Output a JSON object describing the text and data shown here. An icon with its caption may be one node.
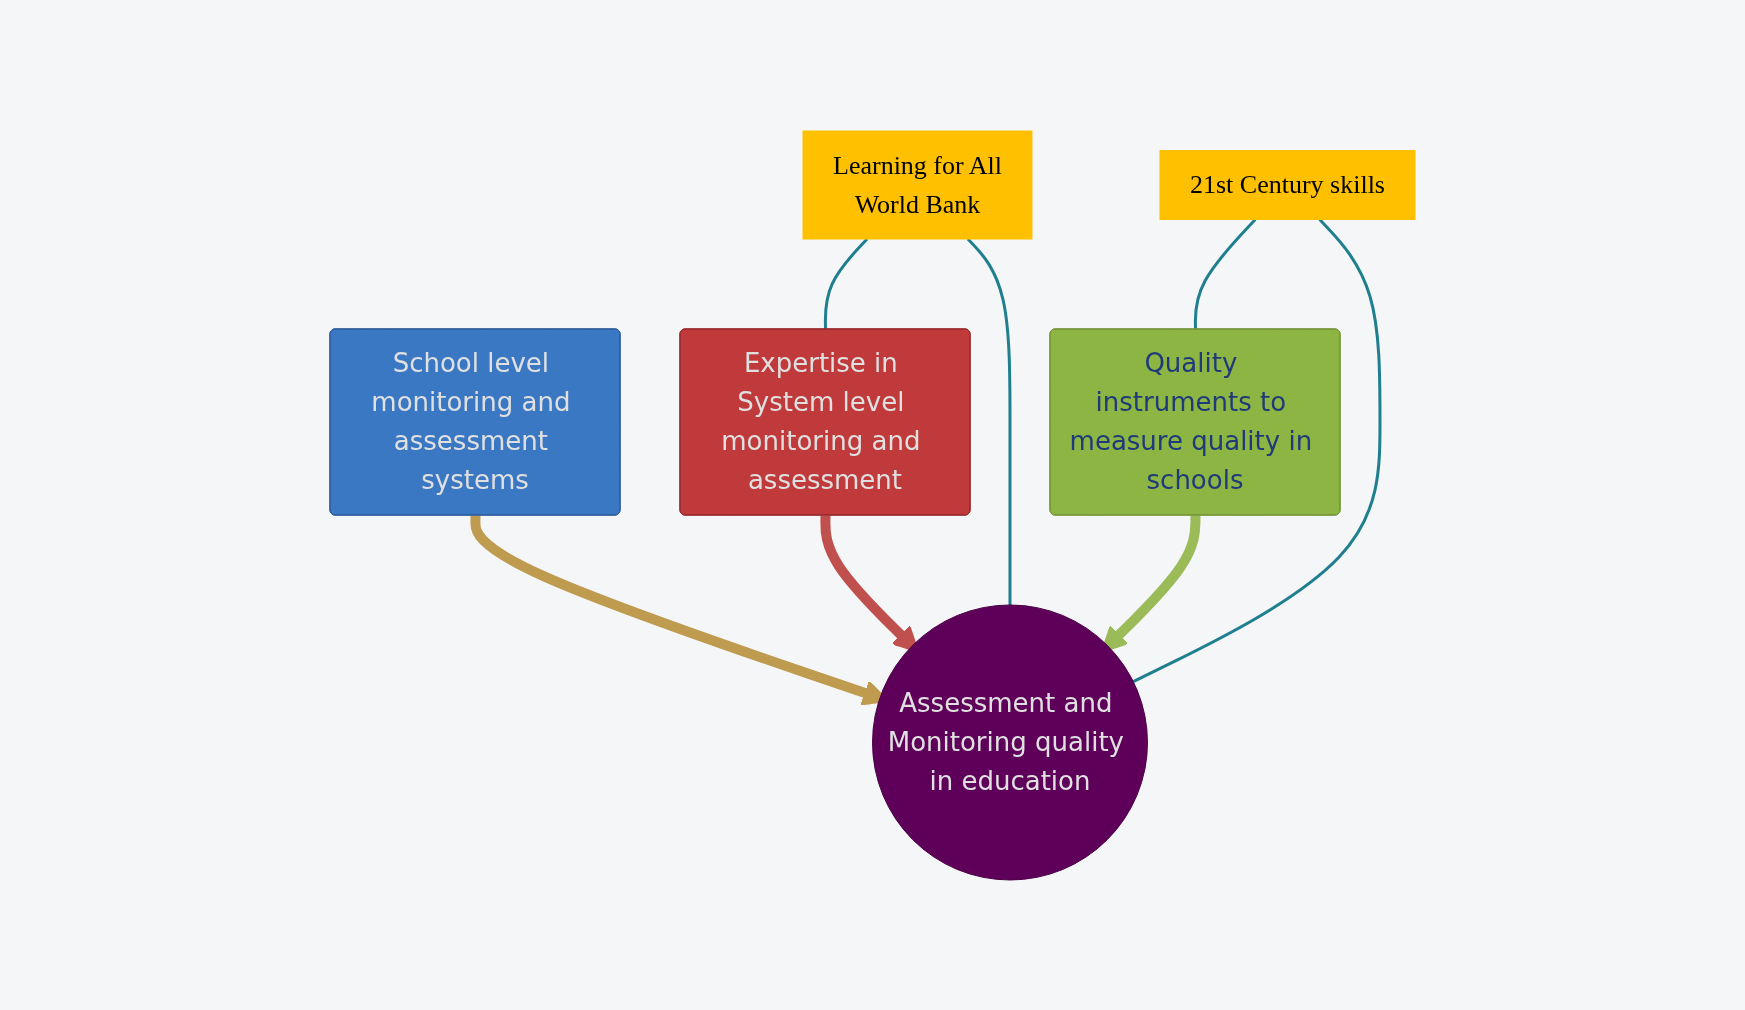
{
  "diagram": {
    "nodes": [
      {
        "text": [
          "School level monitoring and assessment systems"
        ]
      },
      {
        "text": [
          "Expertise in System level monitoring and assessment"
        ]
      },
      {
        "text": [
          "Quality instruments to measure quality in schools"
        ]
      },
      {
        "text": [
          "Assessment and Monitoring quality in education"
        ]
      },
      {
        "text": [
          "Learning for All",
          "World Bank"
        ]
      },
      {
        "text": [
          "21st Century skills"
        ]
      }
    ],
    "edges": [
      {
        "from": 0,
        "to": 3,
        "arrow": "to",
        "style": "thick",
        "color": "#bf9b50"
      },
      {
        "from": 1,
        "to": 3,
        "arrow": "to",
        "style": "thick",
        "color": "#c0504d"
      },
      {
        "from": 2,
        "to": 3,
        "arrow": "to",
        "style": "thick",
        "color": "#9bbb59"
      },
      {
        "from": 4,
        "to": 1,
        "arrow": "none"
      },
      {
        "from": 4,
        "to": 3,
        "arrow": "none"
      },
      {
        "from": 5,
        "to": 2,
        "arrow": "none"
      },
      {
        "from": 5,
        "to": 3,
        "arrow": "none"
      }
    ]
  }
}
